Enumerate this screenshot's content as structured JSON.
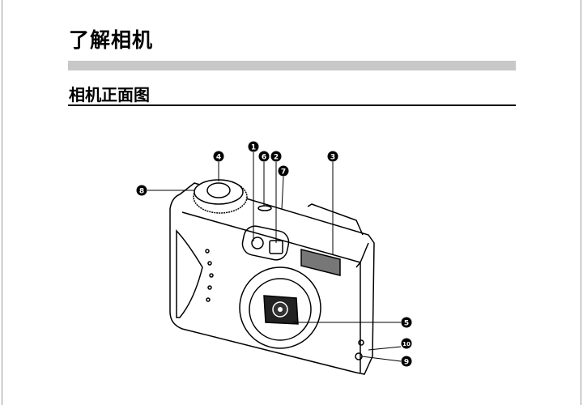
{
  "header": {
    "title": "了解相机"
  },
  "section": {
    "heading": "相机正面图"
  },
  "figure": {
    "callouts": [
      "1",
      "2",
      "3",
      "4",
      "5",
      "6",
      "7",
      "8",
      "9",
      "10"
    ]
  }
}
